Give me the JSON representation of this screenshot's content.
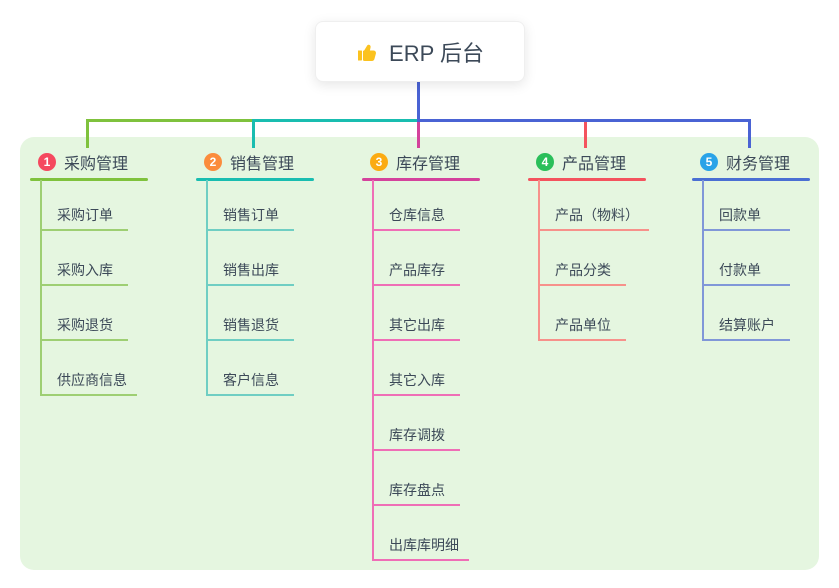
{
  "root": {
    "label": "ERP 后台",
    "icon": "thumbs-up"
  },
  "branches": [
    {
      "index": "1",
      "label": "采购管理",
      "badge_color": "#f5495f",
      "line_color": "#7fc23d",
      "child_line_color": "#9ecf73",
      "children": [
        "采购订单",
        "采购入库",
        "采购退货",
        "供应商信息"
      ]
    },
    {
      "index": "2",
      "label": "销售管理",
      "badge_color": "#fb8c3c",
      "line_color": "#19bdb0",
      "child_line_color": "#6fcec3",
      "children": [
        "销售订单",
        "销售出库",
        "销售退货",
        "客户信息"
      ]
    },
    {
      "index": "3",
      "label": "库存管理",
      "badge_color": "#fbab13",
      "line_color": "#d4429c",
      "child_line_color": "#ef6eb6",
      "children": [
        "仓库信息",
        "产品库存",
        "其它出库",
        "其它入库",
        "库存调拨",
        "库存盘点",
        "出库库明细"
      ]
    },
    {
      "index": "4",
      "label": "产品管理",
      "badge_color": "#2abf5a",
      "line_color": "#f4535e",
      "child_line_color": "#f7918b",
      "children": [
        "产品（物料）",
        "产品分类",
        "产品单位"
      ]
    },
    {
      "index": "5",
      "label": "财务管理",
      "badge_color": "#29a3e8",
      "line_color": "#4a6fd3",
      "child_line_color": "#8097d8",
      "children": [
        "回款单",
        "付款单",
        "结算账户"
      ]
    }
  ],
  "colors": {
    "canvas_bg": "#ffffff",
    "panel_bg": "#e5f6e0",
    "text": "#3c4958",
    "root_connector": "#4a63d4"
  }
}
